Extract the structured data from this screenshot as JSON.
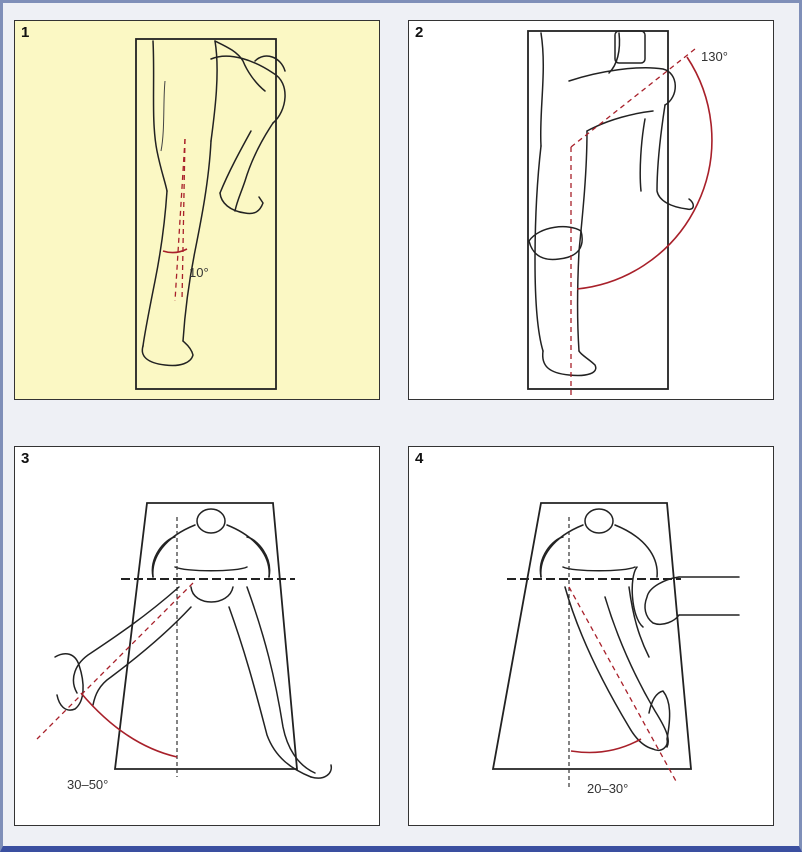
{
  "panels": [
    {
      "number": "1",
      "angle": "10°"
    },
    {
      "number": "2",
      "angle": "130°"
    },
    {
      "number": "3",
      "angle": "30–50°"
    },
    {
      "number": "4",
      "angle": "20–30°"
    }
  ],
  "colors": {
    "highlight_panel": "#fbf8c4",
    "angle_line": "#a8202a",
    "frame_border": "#3a4fa0"
  }
}
